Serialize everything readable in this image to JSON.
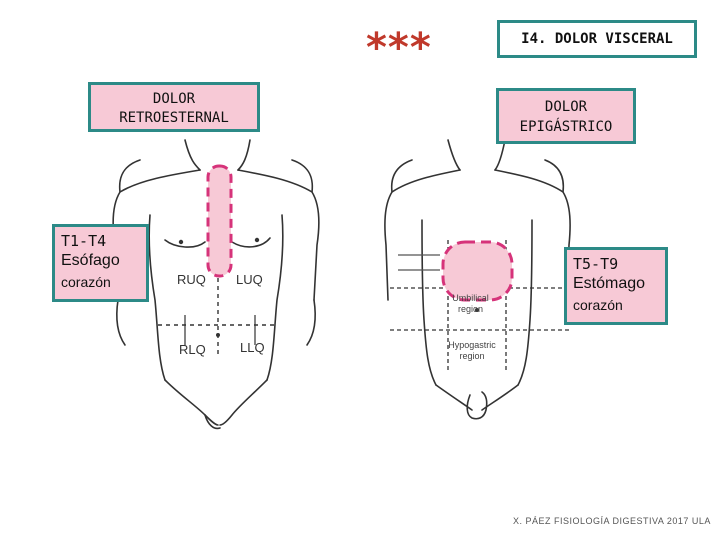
{
  "header": {
    "stars": "***",
    "title": "I4. DOLOR VISCERAL"
  },
  "left_panel": {
    "pain_label_line1": "DOLOR",
    "pain_label_line2": "RETROESTERNAL",
    "segment": "T1-T4",
    "organ": "Esófago",
    "organ2": "corazón",
    "quadrants": {
      "ruq": "RUQ",
      "luq": "LUQ",
      "rlq": "RLQ",
      "llq": "LLQ"
    }
  },
  "right_panel": {
    "pain_label_line1": "DOLOR",
    "pain_label_line2": "EPIGÁSTRICO",
    "segment": "T5-T9",
    "organ": "Estómago",
    "organ2": "corazón",
    "regions": {
      "umbilical_1": "Umbilical",
      "umbilical_2": "region",
      "hypogastric_1": "Hypogastric",
      "hypogastric_2": "region"
    }
  },
  "footer": "X. PÁEZ  FISIOLOGÍA DIGESTIVA 2017  ULA",
  "colors": {
    "pink": "#f7c9d6",
    "magenta": "#d6337a",
    "teal_border": "#2c8a87",
    "star_red": "#c0392b"
  }
}
